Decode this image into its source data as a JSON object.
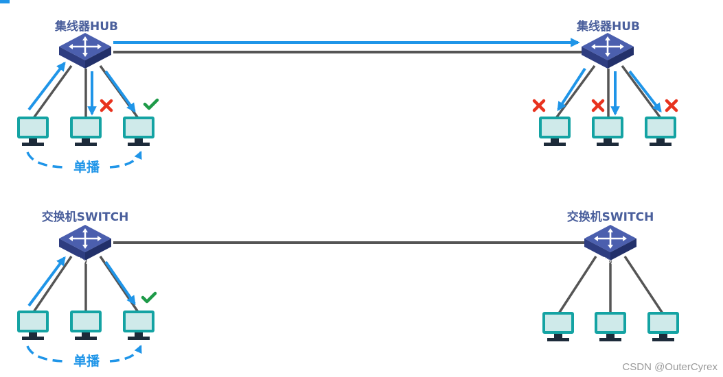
{
  "colors": {
    "blue_arrow": "#1f95e8",
    "cable": "#555555",
    "device": "#3f51a3",
    "pc": "#14a3a3",
    "cross": "#e8321e",
    "check": "#1e9a48",
    "label": "#4a5f9c"
  },
  "hub_section": {
    "left_device_label": "集线器HUB",
    "right_device_label": "集线器HUB",
    "cast_label": "单播"
  },
  "switch_section": {
    "left_device_label": "交换机SWITCH",
    "right_device_label": "交换机SWITCH",
    "cast_label": "单播",
    "device_badge": "SWITCH"
  },
  "watermark": "CSDN @OuterCyrex",
  "icons": [
    "hub-icon",
    "switch-icon",
    "computer-icon",
    "cross-icon",
    "check-icon"
  ]
}
